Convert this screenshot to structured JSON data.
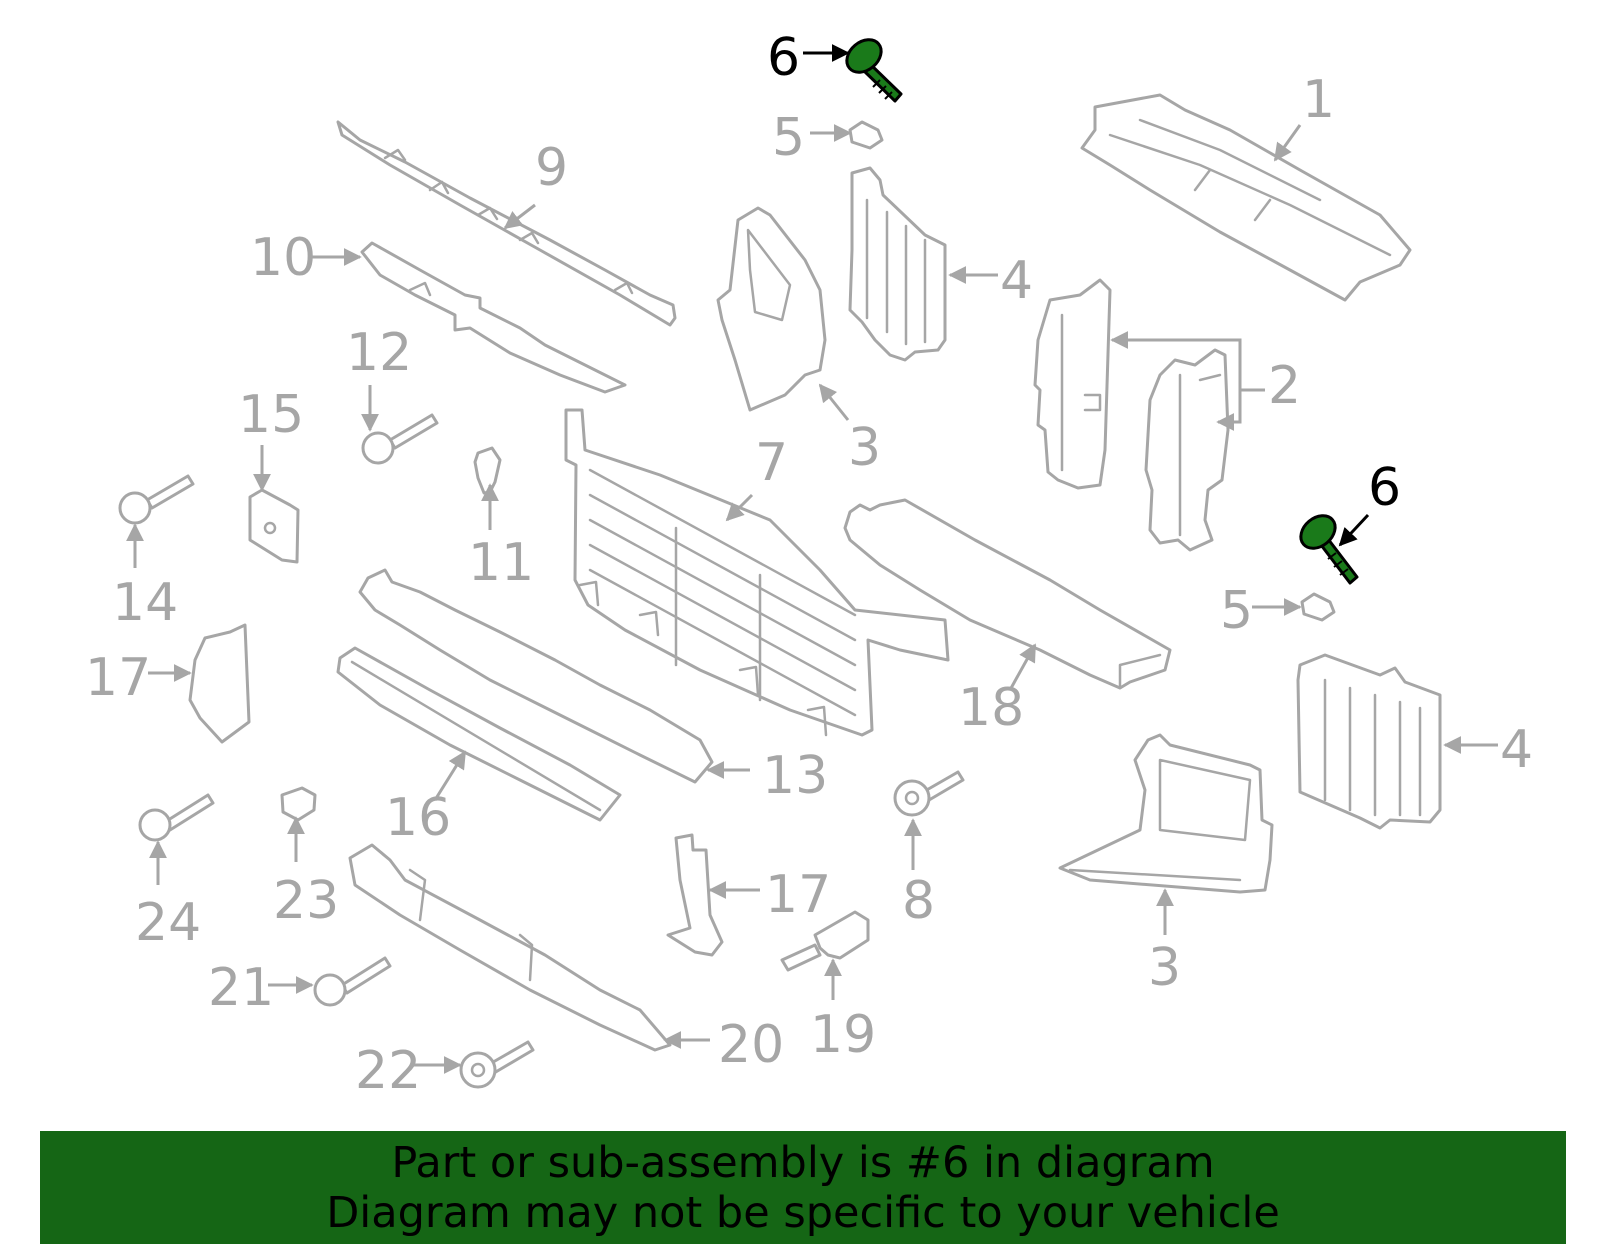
{
  "diagram": {
    "callouts": {
      "c1": "1",
      "c2": "2",
      "c3a": "3",
      "c3b": "3",
      "c4a": "4",
      "c4b": "4",
      "c5a": "5",
      "c5b": "5",
      "c6a": "6",
      "c6b": "6",
      "c7": "7",
      "c8": "8",
      "c9": "9",
      "c10": "10",
      "c11": "11",
      "c12": "12",
      "c13": "13",
      "c14": "14",
      "c15": "15",
      "c16": "16",
      "c17a": "17",
      "c17b": "17",
      "c18": "18",
      "c19": "19",
      "c20": "20",
      "c21": "21",
      "c22": "22",
      "c23": "23",
      "c24": "24"
    },
    "highlighted_part": "6",
    "colors": {
      "line": "#a6a6a6",
      "highlight_part": "#1a7a1a",
      "highlight_callout": "#000000",
      "banner": "#156615"
    }
  },
  "banner": {
    "line1": "Part or sub-assembly is #6 in diagram",
    "line2": "Diagram may not be specific to your vehicle"
  }
}
